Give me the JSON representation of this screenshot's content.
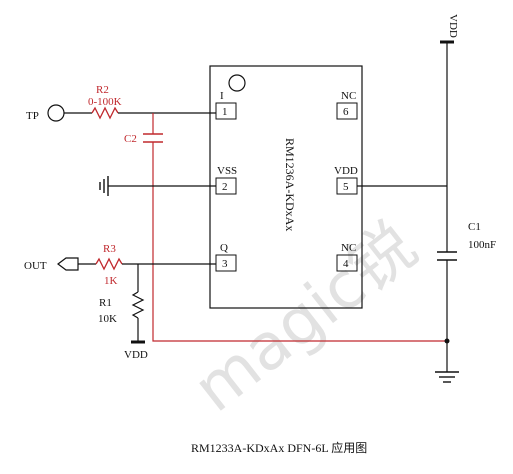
{
  "ic": {
    "name": "RM1236A-KDxAx",
    "pins": [
      {
        "number": "1",
        "label": "I"
      },
      {
        "number": "2",
        "label": "VSS"
      },
      {
        "number": "3",
        "label": "Q"
      },
      {
        "number": "6",
        "label": "NC"
      },
      {
        "number": "5",
        "label": "VDD"
      },
      {
        "number": "4",
        "label": "NC"
      }
    ]
  },
  "components": {
    "r2": {
      "ref": "R2",
      "value": "0-100K"
    },
    "c2": {
      "ref": "C2"
    },
    "r3": {
      "ref": "R3",
      "value": "1K"
    },
    "r1": {
      "ref": "R1",
      "value": "10K"
    },
    "c1": {
      "ref": "C1",
      "value": "100nF"
    }
  },
  "ports": {
    "tp": "TP",
    "out": "OUT",
    "vdd_top": "VDD",
    "vdd_bottom": "VDD"
  },
  "caption": "RM1233A-KDxAx DFN-6L  应用图",
  "watermark": "magic锐",
  "colors": {
    "wire": "#111111",
    "highlight": "#c0282d",
    "watermark": "#e2e2e2"
  }
}
